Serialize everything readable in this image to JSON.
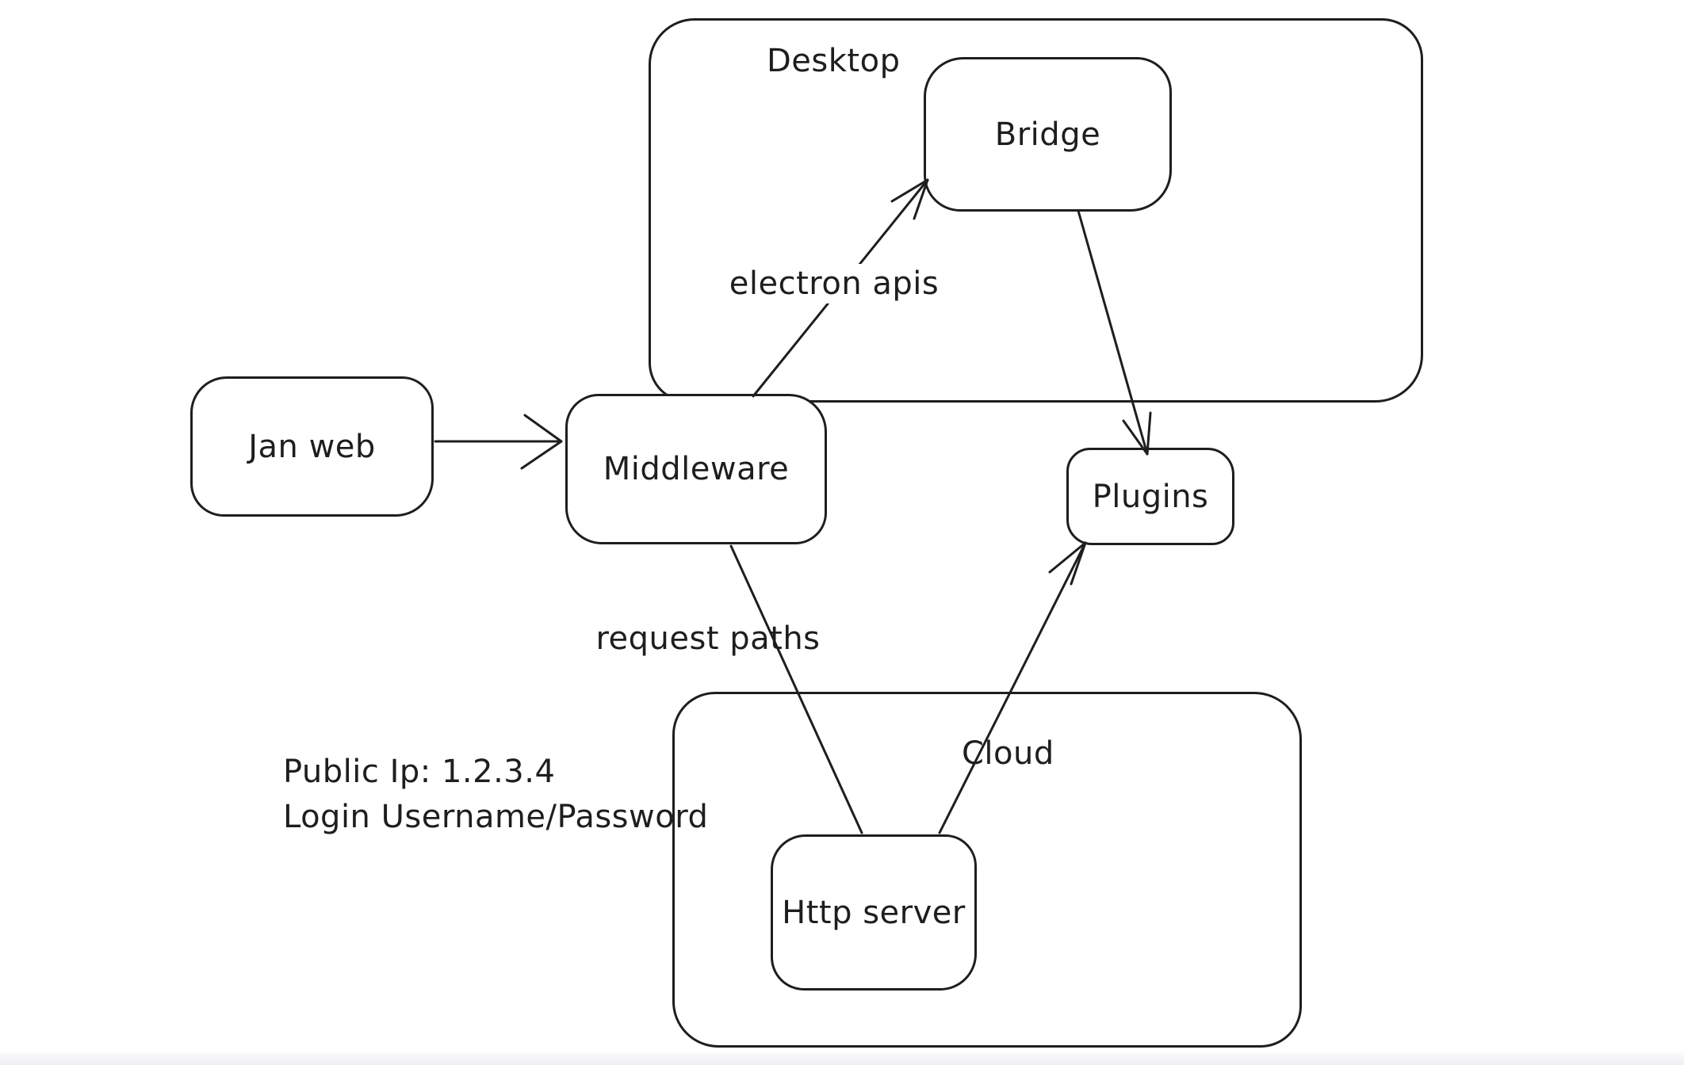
{
  "colors": {
    "stroke": "#1e1e1e",
    "background": "#ffffff"
  },
  "containers": [
    {
      "label": "Desktop"
    },
    {
      "label": "Cloud"
    }
  ],
  "nodes": [
    {
      "label": "Jan web"
    },
    {
      "label": "Middleware"
    },
    {
      "label": "Bridge"
    },
    {
      "label": "Plugins"
    },
    {
      "label": "Http server"
    }
  ],
  "edges": [
    {
      "from": "Jan web",
      "to": "Middleware",
      "label": "",
      "arrowhead": true
    },
    {
      "from": "Middleware",
      "to": "Bridge",
      "label": "electron apis",
      "arrowhead": true
    },
    {
      "from": "Bridge",
      "to": "Plugins",
      "label": "",
      "arrowhead": true
    },
    {
      "from": "Middleware",
      "to": "Http server",
      "label": "request paths",
      "arrowhead": false
    },
    {
      "from": "Http server",
      "to": "Plugins",
      "label": "",
      "arrowhead": true
    }
  ],
  "annotation": {
    "line1": "Public Ip: 1.2.3.4",
    "line2": "Login Username/Password"
  }
}
